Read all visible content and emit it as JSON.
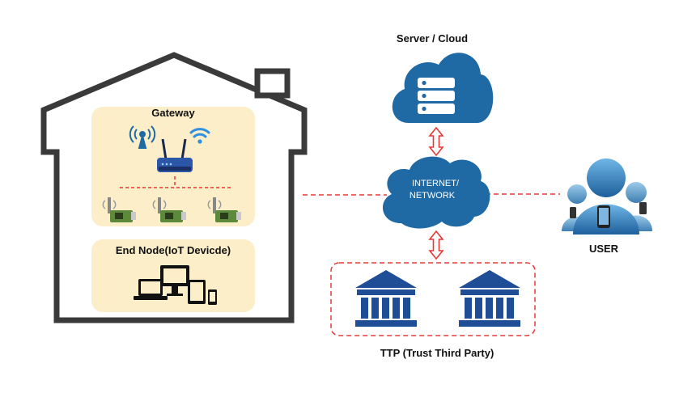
{
  "labels": {
    "gateway": "Gateway",
    "end_node": "End Node(IoT Devicde)",
    "server": "Server / Cloud",
    "internet_line1": "INTERNET/",
    "internet_line2": "NETWORK",
    "user": "USER",
    "ttp": "TTP (Trust Third Party)"
  },
  "colors": {
    "house_outline": "#3a3a3a",
    "panel_fill": "#fbeec8",
    "cloud_blue": "#1f6aa5",
    "link_red": "#e53935",
    "bank_blue": "#1f4e96",
    "user_blue": "#2b7fbf",
    "sensor_green": "#5d8a3a"
  },
  "icons": [
    "house-icon",
    "antenna-icon",
    "wifi-icon",
    "router-icon",
    "sensor-board-icon",
    "devices-icon",
    "server-cloud-icon",
    "network-cloud-icon",
    "bank-icon",
    "user-group-icon"
  ]
}
